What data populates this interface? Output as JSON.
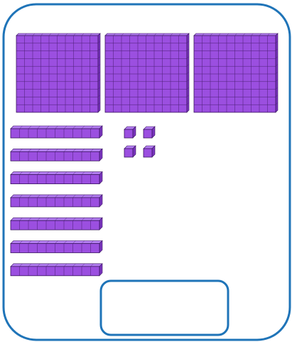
{
  "colors": {
    "frame": "#1f74b8",
    "block_front": "#9b4fe0",
    "block_top": "#b27df0",
    "block_side": "#7a34bf",
    "grid_line": "#4a1f73",
    "outline": "#3a1560"
  },
  "blocks": {
    "hundreds_flats": 3,
    "tens_rods": 7,
    "ones_cubes": 4
  },
  "answer_box": {
    "value": ""
  }
}
